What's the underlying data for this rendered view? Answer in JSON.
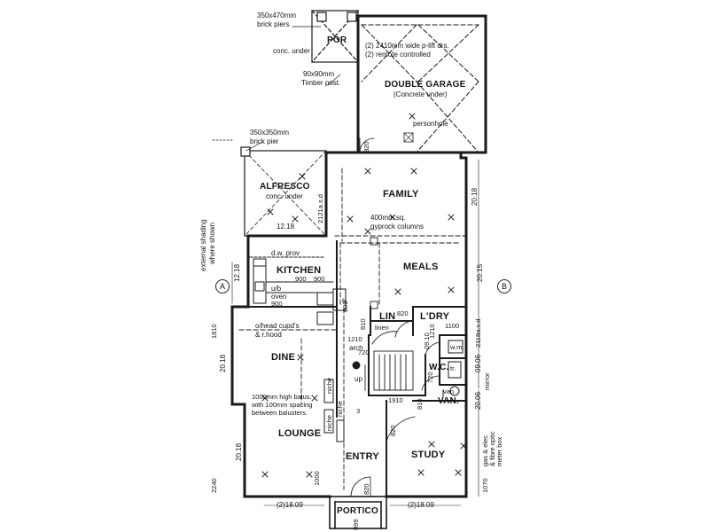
{
  "rooms": {
    "porch": "POR",
    "garage": "DOUBLE GARAGE",
    "garage_sub": "(Concrete under)",
    "alfresco": "ALFRESCO",
    "alfresco_sub": "conc. under",
    "family": "FAMILY",
    "kitchen": "KITCHEN",
    "meals": "MEALS",
    "lin": "LIN",
    "linen": "linen",
    "laundry": "L'DRY",
    "wc": "W.C.",
    "dine": "DINE",
    "van": "VAN.",
    "lounge": "LOUNGE",
    "entry": "ENTRY",
    "study": "STUDY",
    "portico": "PORTICO"
  },
  "notes": {
    "brick_piers_470": "350x470mm",
    "brick_piers_label": "brick piers",
    "conc_under": "conc. under",
    "timber_post_size": "90x90mm",
    "timber_post": "Timber post.",
    "brick_pier_350": "350x350mm",
    "brick_pier_label": "brick pier",
    "garage_door_1": "(2) 2410mm wide p-lift drs.",
    "garage_door_2": "(2) remote controlled",
    "personhole": "personhole",
    "gyprock_1": "400mm sq.",
    "gyprock_2": "gyprock columns",
    "dw_prov": "d.w. prov",
    "uo_oven_1": "u/b",
    "uo_oven_2": "oven",
    "ohead_1": "o/head cupd's",
    "ohead_2": "& r.hood",
    "balus_1": "1000mm high balus.",
    "balus_2": "with 100mm spacing",
    "balus_3": "between balusters.",
    "niche_1": "niche",
    "niche_2": "niche",
    "niche_3": "niche",
    "arch": "arch",
    "up": "up",
    "fr": "fr.",
    "wm": "w.m.",
    "tr": "tr.",
    "van_small": "van.",
    "mirror": "mirror",
    "ext_shading_1": "external shading",
    "ext_shading_2": "where shown",
    "gas_elec_1": "gas & elec",
    "gas_elec_2": "& fibre optic",
    "gas_elec_3": "meter box"
  },
  "dims": {
    "d820_garage": "820",
    "d2121": "2121a.s.d",
    "d1218_alf": "12.18",
    "d2018_fam": "20.18",
    "d1218_kit": "12.18",
    "d900a": "900",
    "d900b": "900",
    "d900c": "900",
    "d600": "600",
    "d2015": "20.15",
    "d820_lin": "820",
    "d810": "810",
    "d1100": "1100",
    "d2118": "2118a.s.d",
    "d1210": "1210",
    "d720a": "720",
    "d720b": "720",
    "d2018_dine": "20.18",
    "d0906": "09.06",
    "d1910": "1910",
    "d810b": "810",
    "d2006": "20.06",
    "d820_study": "820",
    "d2018_lounge": "20.18",
    "d1000": "1000",
    "d2_1809a": "(2)18.09",
    "d2_1809b": "(2)18.09",
    "d1070": "1070",
    "d3": "3",
    "d0910": "09.10",
    "d1810": "1810",
    "d2240": "2240",
    "d820b": "820",
    "d999": "999",
    "d1210b": "1210"
  },
  "grid": {
    "a": "A",
    "b": "B"
  }
}
